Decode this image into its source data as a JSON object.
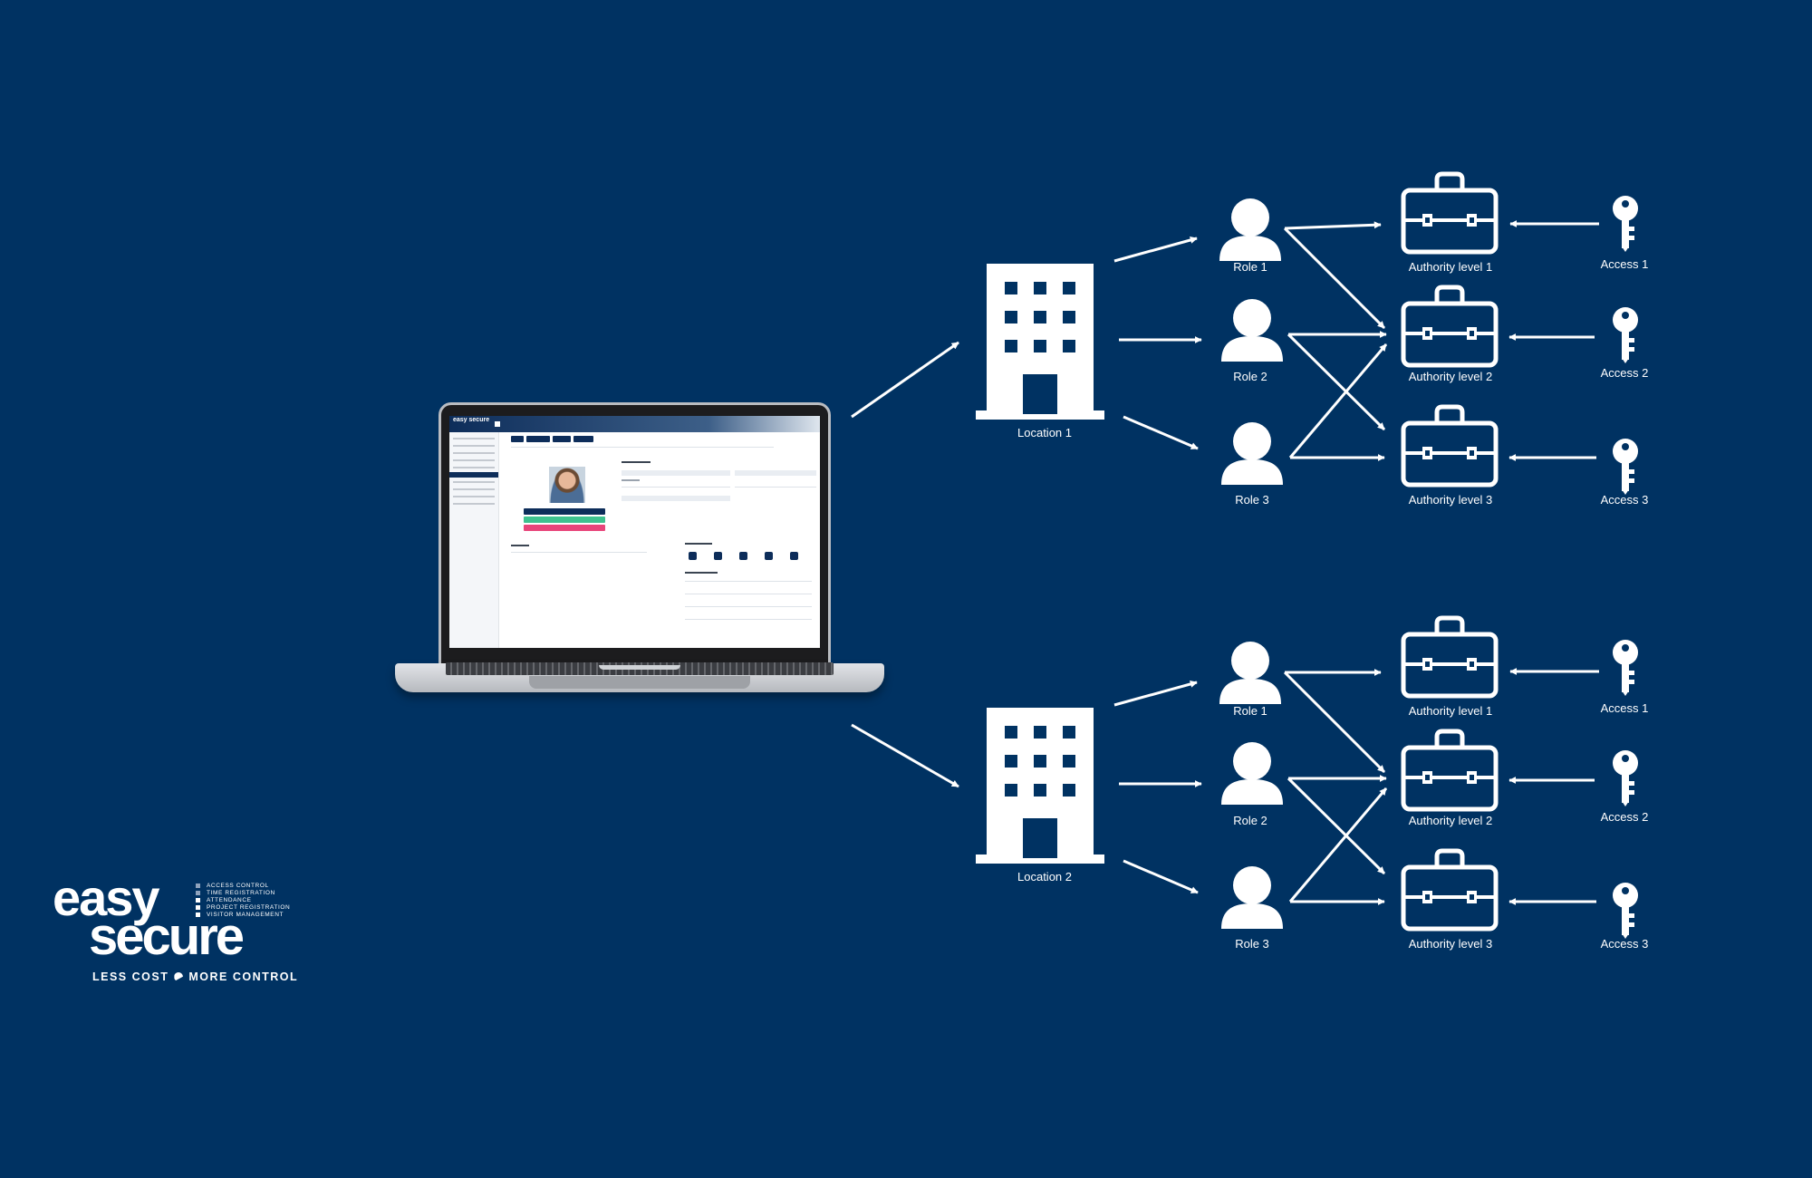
{
  "locations": [
    {
      "label": "Location 1",
      "roles": [
        "Role 1",
        "Role 2",
        "Role 3"
      ],
      "authority_levels": [
        "Authority level 1",
        "Authority level  2",
        "Authority level  3"
      ],
      "accesses": [
        "Access 1",
        "Access 2",
        "Access 3"
      ]
    },
    {
      "label": "Location 2",
      "roles": [
        "Role 1",
        "Role 2",
        "Role 3"
      ],
      "authority_levels": [
        "Authority level 1",
        "Authority level  2",
        "Authority level  3"
      ],
      "accesses": [
        "Access 1",
        "Access 2",
        "Access 3"
      ]
    }
  ],
  "brand": {
    "word1": "easy",
    "word2": "secure",
    "tagline_left": "LESS COST",
    "tagline_right": "MORE CONTROL",
    "services": [
      "ACCESS CONTROL",
      "TIME REGISTRATION",
      "ATTENDANCE",
      "PROJECT REGISTRATION",
      "VISITOR MANAGEMENT"
    ]
  },
  "laptop_app": {
    "logo": "easy secure"
  },
  "colors": {
    "background": "#003262",
    "foreground": "#ffffff",
    "app_primary": "#0d2d5a",
    "app_green": "#3ec28f",
    "app_red": "#e8457a"
  },
  "icons": [
    "building-icon",
    "person-icon",
    "briefcase-icon",
    "key-icon",
    "arrow-icon",
    "laptop-icon"
  ]
}
